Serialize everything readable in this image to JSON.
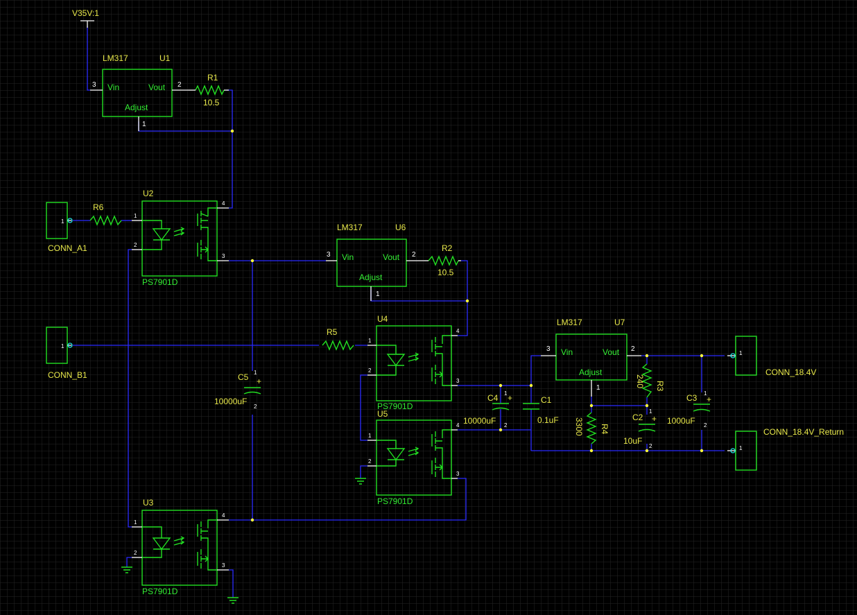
{
  "theme": {
    "background": "#000000",
    "grid": "#2a2a2a",
    "wire": "#2b2bff",
    "body": "#22e022",
    "label": "#e8e84a",
    "junction": "#ffff40"
  },
  "power": {
    "v35": "V35V:1"
  },
  "regulators": {
    "u1": {
      "part": "LM317",
      "ref": "U1",
      "vin": "Vin",
      "vout": "Vout",
      "adj": "Adjust",
      "p3": "3",
      "p2": "2",
      "p1": "1"
    },
    "u6": {
      "part": "LM317",
      "ref": "U6",
      "vin": "Vin",
      "vout": "Vout",
      "adj": "Adjust",
      "p3": "3",
      "p2": "2",
      "p1": "1"
    },
    "u7": {
      "part": "LM317",
      "ref": "U7",
      "vin": "Vin",
      "vout": "Vout",
      "adj": "Adjust",
      "p3": "3",
      "p2": "2",
      "p1": "1"
    }
  },
  "optos": {
    "u2": {
      "ref": "U2",
      "part": "PS7901D",
      "p1": "1",
      "p2": "2",
      "p3": "3",
      "p4": "4"
    },
    "u3": {
      "ref": "U3",
      "part": "PS7901D",
      "p1": "1",
      "p2": "2",
      "p3": "3",
      "p4": "4"
    },
    "u4": {
      "ref": "U4",
      "part": "PS7901D",
      "p1": "1",
      "p2": "2",
      "p3": "3",
      "p4": "4"
    },
    "u5": {
      "ref": "U5",
      "part": "PS7901D",
      "p1": "1",
      "p2": "2",
      "p3": "3",
      "p4": "4"
    }
  },
  "resistors": {
    "r1": {
      "ref": "R1",
      "value": "10.5"
    },
    "r2": {
      "ref": "R2",
      "value": "10.5"
    },
    "r3": {
      "ref": "R3",
      "value": "240"
    },
    "r4": {
      "ref": "R4",
      "value": "3300"
    },
    "r5": {
      "ref": "R5",
      "value": ""
    },
    "r6": {
      "ref": "R6",
      "value": ""
    }
  },
  "capacitors": {
    "c1": {
      "ref": "C1",
      "value": "0.1uF"
    },
    "c2": {
      "ref": "C2",
      "value": "10uF"
    },
    "c3": {
      "ref": "C3",
      "value": "1000uF"
    },
    "c4": {
      "ref": "C4",
      "value": "10000uF"
    },
    "c5": {
      "ref": "C5",
      "value": "10000uF"
    },
    "pin_plus": "1",
    "pin_minus": "2",
    "plus": "+"
  },
  "connectors": {
    "a1": {
      "ref": "CONN_A1",
      "pin": "1"
    },
    "b1": {
      "ref": "CONN_B1",
      "pin": "1"
    },
    "out": {
      "ref": "CONN_18.4V",
      "pin": "1"
    },
    "ret": {
      "ref": "CONN_18.4V_Return",
      "pin": "1"
    }
  }
}
